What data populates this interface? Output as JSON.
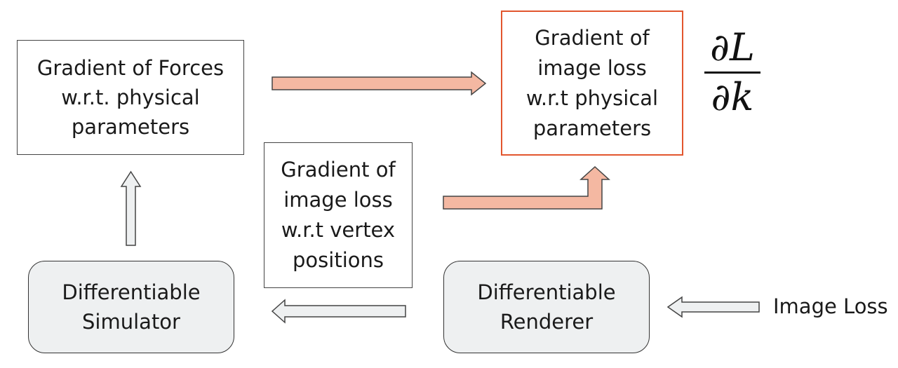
{
  "nodes": {
    "grad_forces": {
      "lines": [
        "Gradient of Forces",
        "w.r.t. physical",
        "parameters"
      ]
    },
    "grad_loss_physical": {
      "lines": [
        "Gradient of",
        "image loss",
        "w.r.t physical",
        "parameters"
      ]
    },
    "grad_loss_vertex": {
      "lines": [
        "Gradient of",
        "image loss",
        "w.r.t vertex",
        "positions"
      ]
    },
    "simulator": {
      "lines": [
        "Differentiable",
        "Simulator"
      ]
    },
    "renderer": {
      "lines": [
        "Differentiable",
        "Renderer"
      ]
    }
  },
  "image_loss_label": "Image Loss",
  "equation": {
    "numerator_symbol": "∂",
    "numerator_var": "L",
    "denominator_symbol": "∂",
    "denominator_var": "k"
  },
  "colors": {
    "highlight_border": "#e2562e",
    "salmon_arrow_fill": "#f4b8a2",
    "gray_arrow_fill": "#eef0f1",
    "rounded_box_fill": "#eef0f1"
  },
  "icons": {
    "arrow_forces_to_loss_physical": "right-arrow-icon",
    "arrow_vertex_to_loss_physical": "elbow-up-arrow-icon",
    "arrow_simulator_to_forces": "up-arrow-icon",
    "arrow_renderer_to_simulator": "left-arrow-icon",
    "arrow_imageloss_to_renderer": "left-arrow-icon"
  }
}
